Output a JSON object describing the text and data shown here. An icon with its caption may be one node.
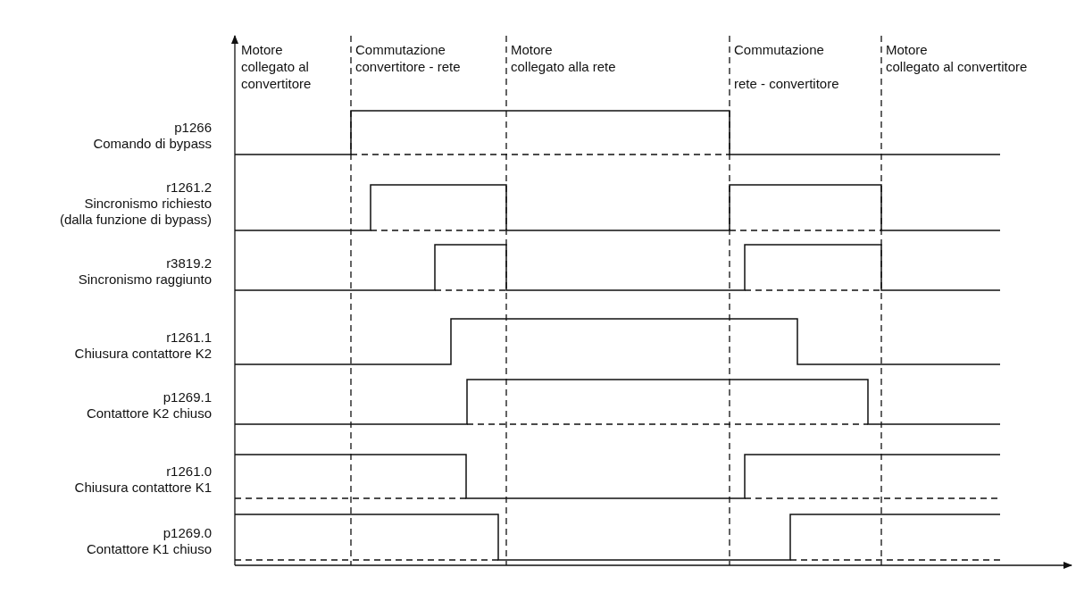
{
  "diagram": {
    "labels": [
      "Motore collegato al convertitore",
      "Commutazione convertitore - rete",
      "Motore collegato alla rete",
      "Commutazione rete - convertitore",
      "Motore collegato al convertitore",
      "p1266",
      "Comando di bypass",
      "r1261.2",
      "Sincronismo richiesto (dalla funzione di bypass)",
      "r3819.2",
      "Sincronismo raggiunto",
      "r1261.1",
      "Chiusura contattore K2",
      "p1269.1",
      "Contattore K2 chiuso",
      "r1261.0",
      "Chiusura contattore K1",
      "p1269.0",
      "Contattore K1 chiuso"
    ]
  }
}
